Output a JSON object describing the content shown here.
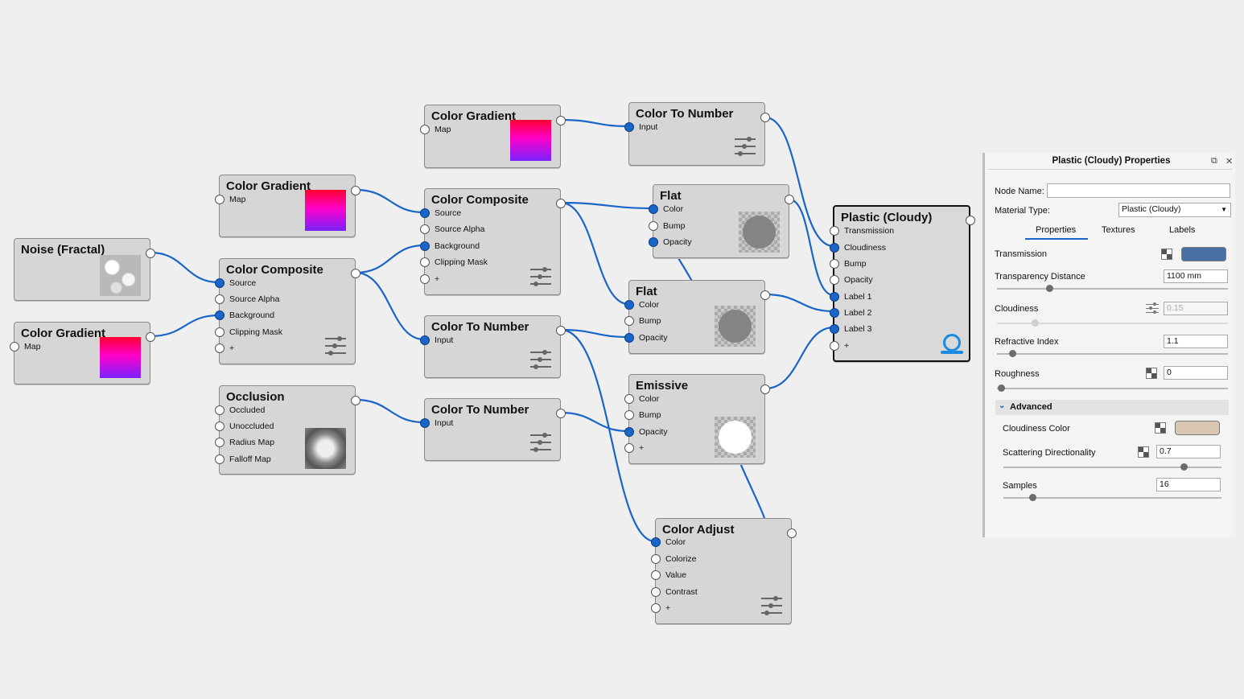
{
  "graph": {
    "nodes": {
      "noise_fractal": {
        "title": "Noise (Fractal)"
      },
      "gradient_a": {
        "title": "Color Gradient",
        "ports": [
          "Map"
        ]
      },
      "gradient_b": {
        "title": "Color Gradient",
        "ports": [
          "Map"
        ]
      },
      "gradient_c": {
        "title": "Color Gradient",
        "ports": [
          "Map"
        ]
      },
      "composite_a": {
        "title": "Color Composite",
        "ports": [
          "Source",
          "Source Alpha",
          "Background",
          "Clipping Mask",
          "+"
        ]
      },
      "composite_b": {
        "title": "Color Composite",
        "ports": [
          "Source",
          "Source Alpha",
          "Background",
          "Clipping Mask",
          "+"
        ]
      },
      "occlusion": {
        "title": "Occlusion",
        "ports": [
          "Occluded",
          "Unoccluded",
          "Radius Map",
          "Falloff Map"
        ]
      },
      "ctn_a": {
        "title": "Color To Number",
        "ports": [
          "Input"
        ]
      },
      "ctn_b": {
        "title": "Color To Number",
        "ports": [
          "Input"
        ]
      },
      "ctn_c": {
        "title": "Color To Number",
        "ports": [
          "Input"
        ]
      },
      "flat_a": {
        "title": "Flat",
        "ports": [
          "Color",
          "Bump",
          "Opacity"
        ]
      },
      "flat_b": {
        "title": "Flat",
        "ports": [
          "Color",
          "Bump",
          "Opacity"
        ]
      },
      "emissive": {
        "title": "Emissive",
        "ports": [
          "Color",
          "Bump",
          "Opacity",
          "+"
        ]
      },
      "color_adjust": {
        "title": "Color Adjust",
        "ports": [
          "Color",
          "Colorize",
          "Value",
          "Contrast",
          "+"
        ]
      },
      "plastic": {
        "title": "Plastic (Cloudy)",
        "ports": [
          "Transmission",
          "Cloudiness",
          "Bump",
          "Opacity",
          "Label 1",
          "Label 2",
          "Label 3",
          "+"
        ]
      }
    },
    "wire_color": "#1a66c8"
  },
  "panel": {
    "title": "Plastic (Cloudy) Properties",
    "restore_glyph": "⧉",
    "close_glyph": "✕",
    "node_name_label": "Node Name:",
    "node_name_value": "",
    "material_type_label": "Material Type:",
    "material_type_value": "Plastic (Cloudy)",
    "tabs": [
      "Properties",
      "Textures",
      "Labels"
    ],
    "transmission_label": "Transmission",
    "transmission_color": "#4a6fa5",
    "transparency_distance_label": "Transparency Distance",
    "transparency_distance_value": "1100 mm",
    "cloudiness_label": "Cloudiness",
    "cloudiness_value": "0.15",
    "refractive_index_label": "Refractive Index",
    "refractive_index_value": "1.1",
    "roughness_label": "Roughness",
    "roughness_value": "0",
    "advanced_label": "Advanced",
    "cloudiness_color_label": "Cloudiness Color",
    "cloudiness_color": "#d9c6b0",
    "scattering_label": "Scattering Directionality",
    "scattering_value": "0.7",
    "samples_label": "Samples",
    "samples_value": "16"
  }
}
